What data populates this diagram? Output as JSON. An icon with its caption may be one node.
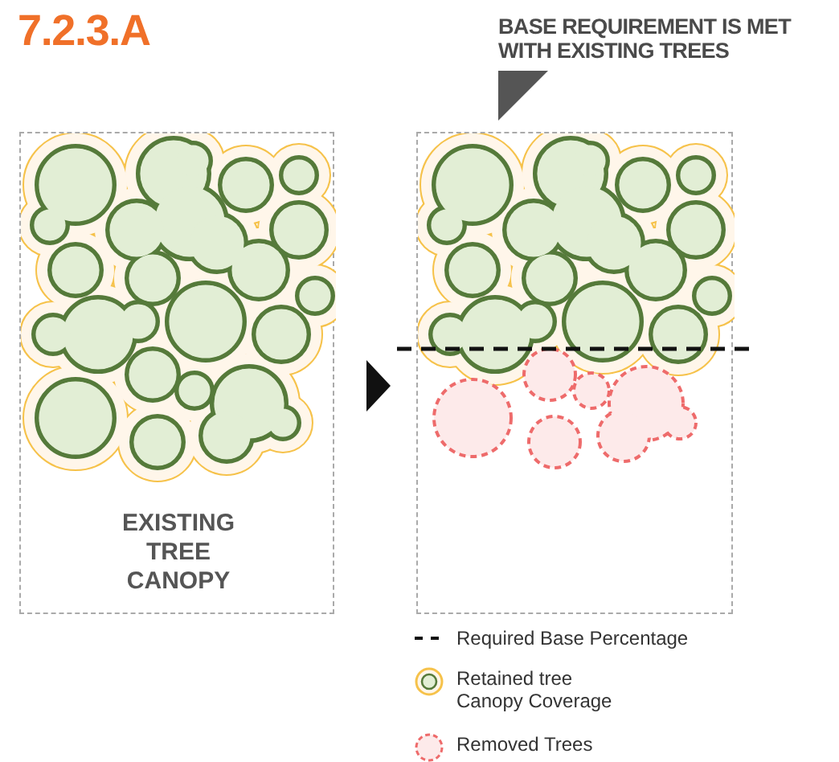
{
  "diagram": {
    "title": "7.2.3.A",
    "nodes": [
      {
        "text": [
          "EXISTING TREE CANOPY"
        ]
      },
      {
        "text": [],
        "shape": "box"
      }
    ],
    "edges": [
      {
        "from": 0,
        "to": 1,
        "arrow": "to"
      }
    ],
    "labels": [
      "BASE REQUIREMENT IS MET WITH EXISTING TREES"
    ],
    "legend": [
      {
        "text": "Required Base Percentage"
      },
      {
        "text": "Retained tree Canopy Coverage"
      },
      {
        "text": "Removed Trees"
      }
    ]
  }
}
